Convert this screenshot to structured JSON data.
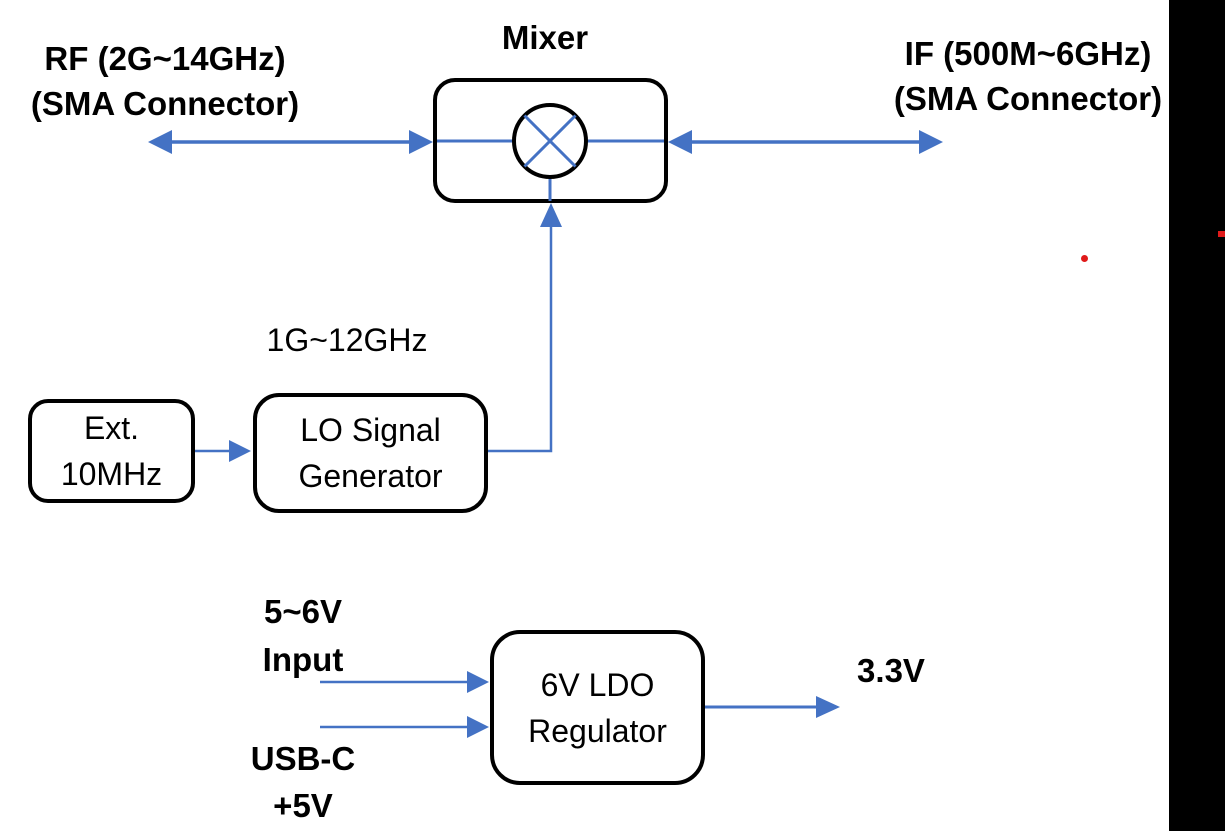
{
  "diagram": {
    "title_label": "Mixer",
    "rf_port": {
      "line1": "RF (2G~14GHz)",
      "line2": "(SMA Connector)"
    },
    "if_port": {
      "line1": "IF (500M~6GHz)",
      "line2": "(SMA Connector)"
    },
    "lo_freq_label": "1G~12GHz",
    "ext_ref_box": {
      "line1": "Ext.",
      "line2": "10MHz"
    },
    "lo_gen_box": {
      "line1": "LO Signal",
      "line2": "Generator"
    },
    "ldo_box": {
      "line1": "6V LDO",
      "line2": "Regulator"
    },
    "power": {
      "input_line1": "5~6V",
      "input_line2": "Input",
      "usb_line1": "USB-C",
      "usb_line2": "+5V",
      "output_label": "3.3V"
    },
    "colors": {
      "wire_blue": "#4472C4",
      "box_border": "#000000",
      "text": "#000000",
      "edge_bar": "#000000",
      "marker_red": "#e01a1a"
    }
  }
}
